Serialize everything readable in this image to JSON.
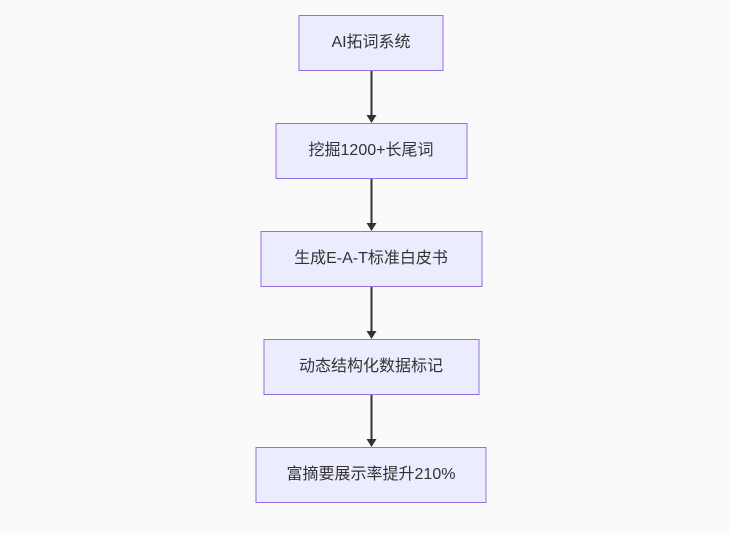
{
  "page": {
    "background_color": "#fafafa"
  },
  "flowchart": {
    "kind": "flowchart",
    "direction": "top-to-bottom",
    "node_fill_color": "#ECECFF",
    "node_border_color": "#9370DB",
    "text_color": "#333333",
    "edge_color": "#333333",
    "nodes": [
      {
        "id": "step-1",
        "label": "AI拓词系统"
      },
      {
        "id": "step-2",
        "label": "挖掘1200+长尾词"
      },
      {
        "id": "step-3",
        "label": "生成E-A-T标准白皮书"
      },
      {
        "id": "step-4",
        "label": "动态结构化数据标记"
      },
      {
        "id": "step-5",
        "label": "富摘要展示率提升210%"
      }
    ],
    "edges": [
      {
        "from": "step-1",
        "to": "step-2"
      },
      {
        "from": "step-2",
        "to": "step-3"
      },
      {
        "from": "step-3",
        "to": "step-4"
      },
      {
        "from": "step-4",
        "to": "step-5"
      }
    ]
  }
}
